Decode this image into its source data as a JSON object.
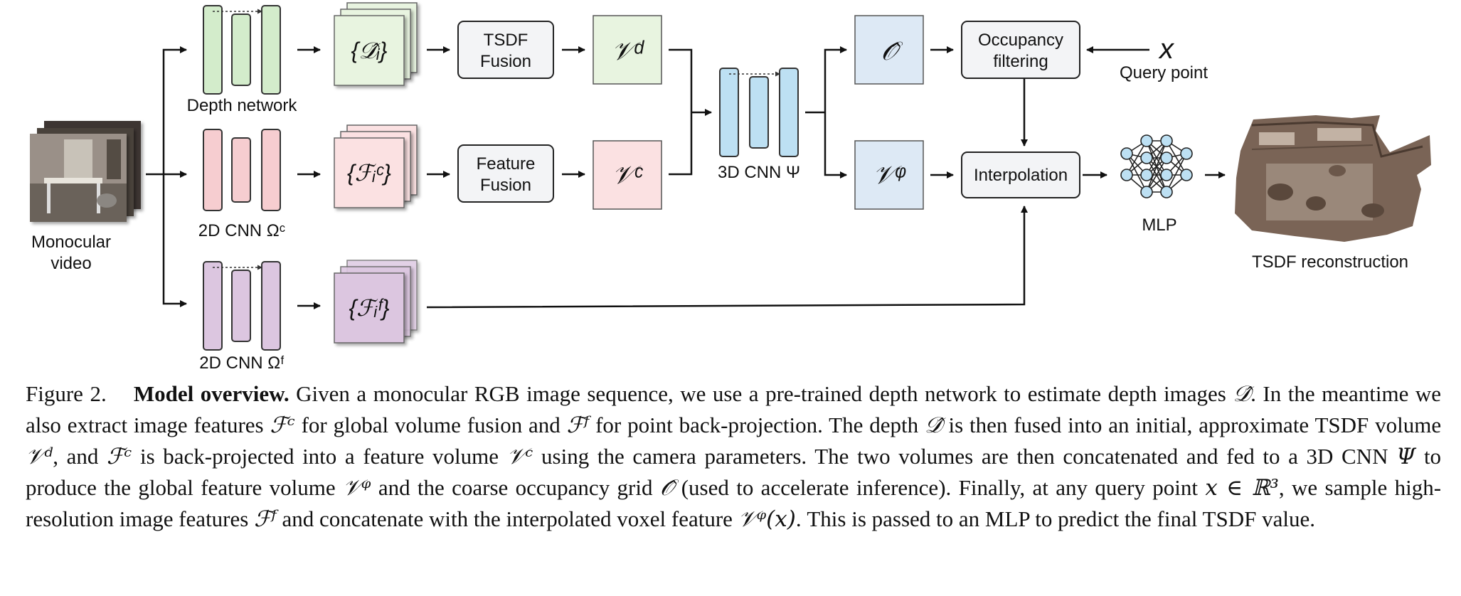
{
  "diagram": {
    "input_label_line1": "Monocular",
    "input_label_line2": "video",
    "depth_network_label": "Depth network",
    "cnn_c_label": "2D CNN Ωᶜ",
    "cnn_f_label": "2D CNN Ωᶠ",
    "depth_maps_label": "{𝒟̂ᵢ}",
    "feat_c_label": "{ℱᵢᶜ}",
    "feat_f_label": "{ℱᵢᶠ}",
    "tsdf_fusion_line1": "TSDF",
    "tsdf_fusion_line2": "Fusion",
    "feature_fusion_line1": "Feature",
    "feature_fusion_line2": "Fusion",
    "vol_d_label": "𝒱ᵈ",
    "vol_c_label": "𝒱ᶜ",
    "cnn3d_label": "3D CNN Ψ",
    "occ_grid_label": "𝒪̂",
    "vol_psi_label": "𝒱ᵠ",
    "occ_filter_line1": "Occupancy",
    "occ_filter_line2": "filtering",
    "query_symbol": "x",
    "query_label": "Query point",
    "interpolation_label": "Interpolation",
    "mlp_label": "MLP",
    "output_label": "TSDF reconstruction",
    "colors": {
      "green": "#d3eccb",
      "pink": "#f6cdd0",
      "purple": "#dcc6e0",
      "blue": "#bde0f3",
      "light_green": "#e8f4e0",
      "light_pink": "#fbe1e2",
      "light_blue": "#dde9f5",
      "gray_box": "#f3f4f6",
      "mesh": "#7a6456"
    }
  },
  "caption": {
    "fig_num": "Figure 2.",
    "title": "Model overview.",
    "s1": "Given a monocular RGB image sequence, we use a pre-trained depth network to estimate depth images",
    "s2": ". In the meantime we also extract image features",
    "s3": "for global volume fusion and",
    "s4": "for point back-projection. The depth",
    "s5": "is then fused into an initial, approximate TSDF volume",
    "s6": ", and",
    "s7": "is back-projected into a feature volume",
    "s8": "using the camera parameters. The two volumes are then concatenated and fed to a 3D CNN",
    "s9": "to produce the global feature volume",
    "s10": "and the coarse occupancy grid",
    "s11": "(used to accelerate inference). Finally, at any query point",
    "s12": ", we sample high-resolution image features",
    "s13": "and concatenate with the interpolated voxel feature",
    "s14": ". This is passed to an MLP to predict the final TSDF value.",
    "m_D": "𝒟̂",
    "m_Fc": "ℱᶜ",
    "m_Ff": "ℱᶠ",
    "m_Vd": "𝒱ᵈ",
    "m_Vc": "𝒱ᶜ",
    "m_Psi": "Ψ",
    "m_VPsi": "𝒱ᵠ",
    "m_O": "𝒪̂",
    "m_xR3": "x ∈ ℝ³",
    "m_VPsix": "𝒱ᵠ(x)"
  }
}
